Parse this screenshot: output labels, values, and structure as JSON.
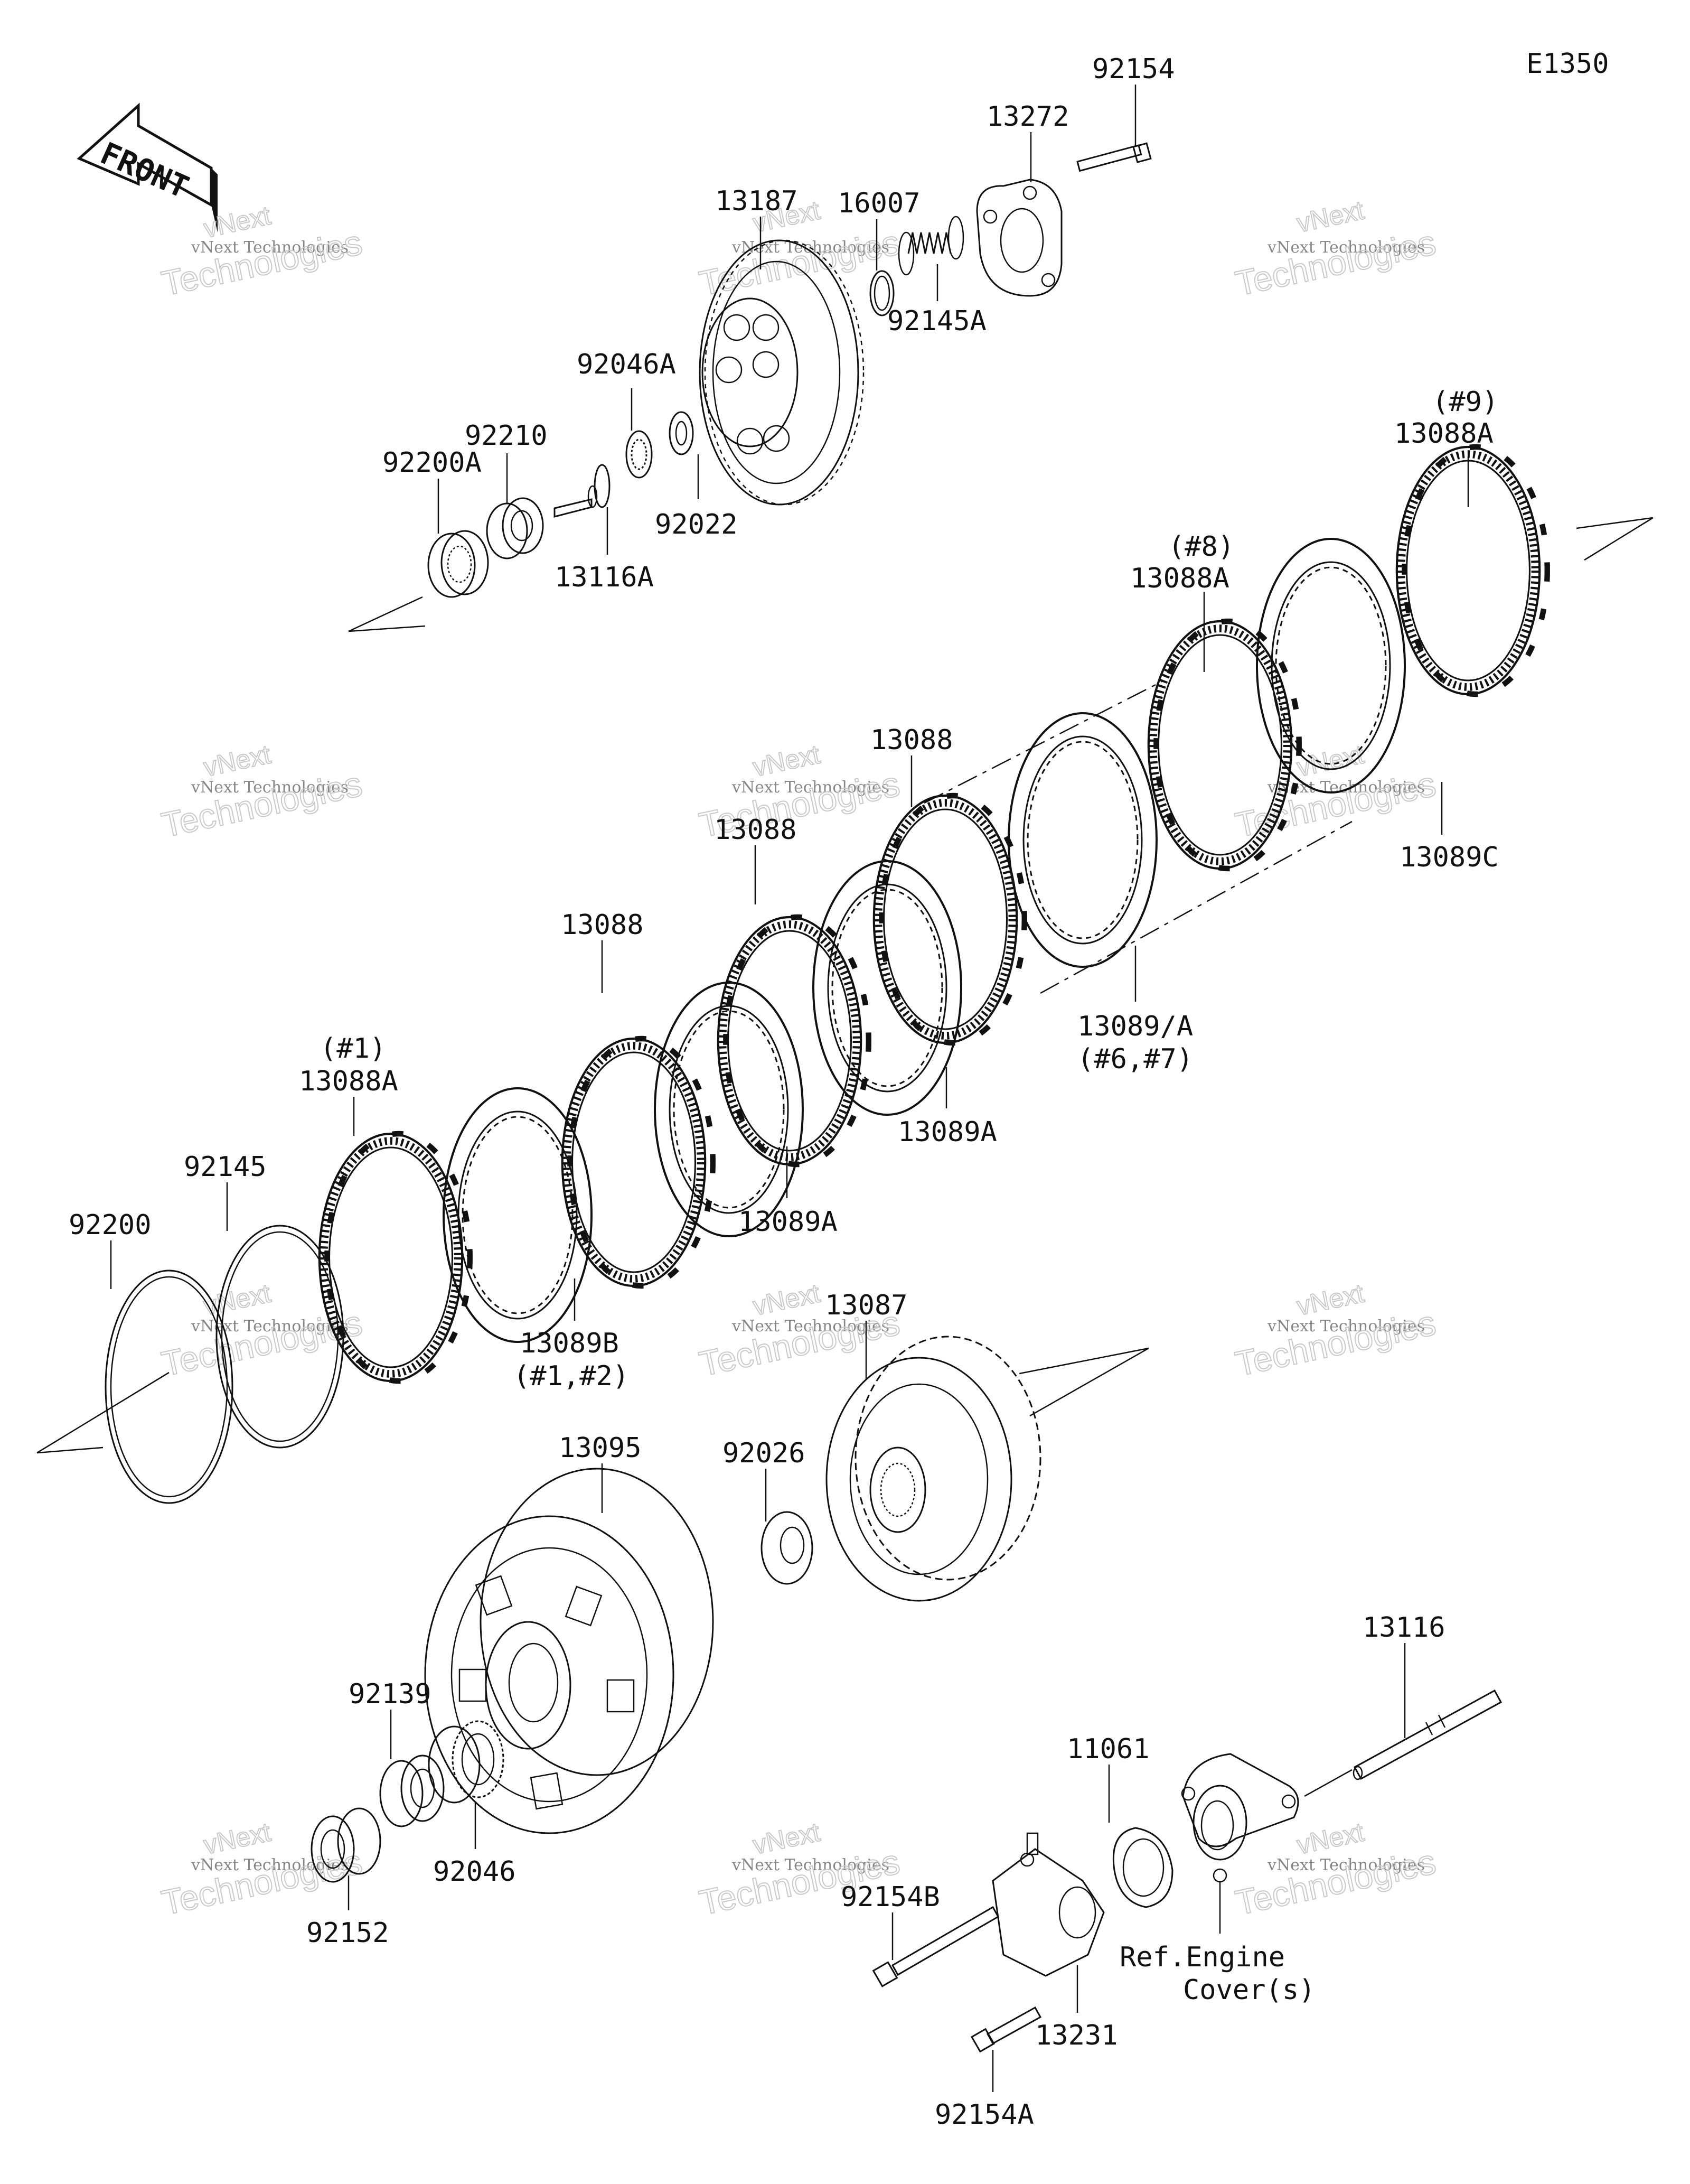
{
  "diagram_code": "E1350",
  "front_label": "FRONT",
  "watermark": {
    "small": "vNext Technologies",
    "large": "Technologies",
    "logo": "vNext"
  },
  "parts": {
    "p92154": "92154",
    "p13272": "13272",
    "p13187": "13187",
    "p16007": "16007",
    "p92145A": "92145A",
    "p92046A": "92046A",
    "p92210": "92210",
    "p92200A": "92200A",
    "p13116A": "13116A",
    "p92022": "92022",
    "p9_tag": "(#9)",
    "p13088A_9": "13088A",
    "p8_tag": "(#8)",
    "p13088A_8": "13088A",
    "p13089C": "13089C",
    "p13088_a": "13088",
    "p13088_b": "13088",
    "p13088_c": "13088",
    "p13089A_tag": "13089/A",
    "p67_tag": "(#6,#7)",
    "p13089A_a": "13089A",
    "p13089A_b": "13089A",
    "p1_tag": "(#1)",
    "p13088A_1": "13088A",
    "p92145": "92145",
    "p92200": "92200",
    "p13089B": "13089B",
    "p12_tag": "(#1,#2)",
    "p13087": "13087",
    "p13095": "13095",
    "p92026": "92026",
    "p92139": "92139",
    "p92046": "92046",
    "p92152": "92152",
    "p13116": "13116",
    "p11061": "11061",
    "p92154B": "92154B",
    "p13231": "13231",
    "p92154A": "92154A",
    "ref_line1": "Ref.Engine",
    "ref_line2": "Cover(s)"
  }
}
